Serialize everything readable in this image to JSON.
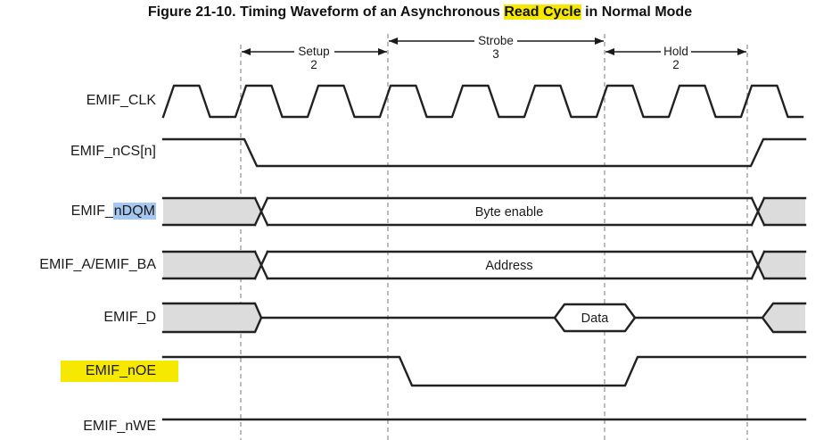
{
  "title": {
    "prefix": "Figure 21-10. Timing Waveform of an Asynchronous ",
    "highlight": "Read Cycle",
    "suffix": " in Normal Mode"
  },
  "phases": {
    "setup": {
      "label": "Setup",
      "cycles": "2"
    },
    "strobe": {
      "label": "Strobe",
      "cycles": "3"
    },
    "hold": {
      "label": "Hold",
      "cycles": "2"
    }
  },
  "signals": {
    "clk": {
      "label": "EMIF_CLK"
    },
    "ncs": {
      "label": "EMIF_nCS[n]"
    },
    "ndqm": {
      "label_prefix": "EMIF_",
      "label_highlight": "nDQM",
      "bus_value": "Byte enable"
    },
    "addr": {
      "label": "EMIF_A/EMIF_BA",
      "bus_value": "Address"
    },
    "data": {
      "label": "EMIF_D",
      "bus_value": "Data"
    },
    "noe": {
      "label": "EMIF_nOE"
    },
    "nwe": {
      "label": "EMIF_nWE"
    }
  },
  "colors": {
    "highlight_yellow": "#f7e800",
    "highlight_blue": "#a6c8f0",
    "bus_unknown_fill": "#dcdcdc",
    "waveform": "#222222",
    "dashed_line": "#8f8f8f"
  }
}
